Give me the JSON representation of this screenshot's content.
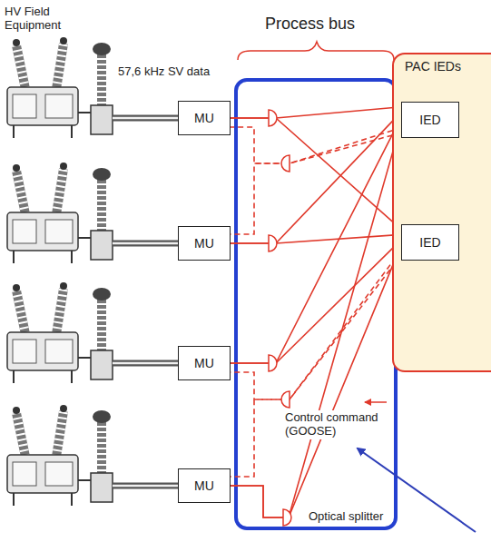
{
  "diagram": {
    "nodes": [
      {
        "text": [
          "MU"
        ]
      },
      {
        "text": [
          "MU"
        ]
      },
      {
        "text": [
          "MU"
        ]
      },
      {
        "text": [
          "MU"
        ]
      },
      {
        "text": [
          "PAC IEDs"
        ]
      },
      {
        "text": [
          "IED"
        ],
        "in": 4
      },
      {
        "text": [
          "IED"
        ],
        "in": 4
      }
    ],
    "edges": [
      {
        "from": 0,
        "to": 5,
        "arrow": "none"
      },
      {
        "from": 0,
        "to": 6,
        "arrow": "none"
      },
      {
        "from": 1,
        "to": 5,
        "arrow": "none"
      },
      {
        "from": 1,
        "to": 6,
        "arrow": "none"
      },
      {
        "from": 2,
        "to": 5,
        "arrow": "none"
      },
      {
        "from": 2,
        "to": 6,
        "arrow": "none"
      },
      {
        "from": 3,
        "to": 5,
        "arrow": "none"
      },
      {
        "from": 3,
        "to": 6,
        "arrow": "none"
      },
      {
        "from": 5,
        "to": 0,
        "arrow": "none"
      },
      {
        "from": 5,
        "to": 1,
        "arrow": "none"
      },
      {
        "from": 6,
        "to": 2,
        "arrow": "none"
      },
      {
        "from": 6,
        "to": 3,
        "arrow": "none"
      }
    ],
    "labels": [
      "HV Field Equipment",
      "Process bus",
      "57,6 kHz SV data",
      "Control command (GOOSE)",
      "Optical splitter"
    ]
  }
}
